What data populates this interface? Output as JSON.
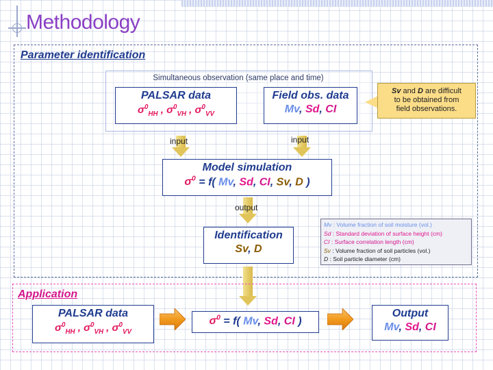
{
  "title": "Methodology",
  "parameter_identification": {
    "heading": "Parameter identification",
    "simultaneous_label": "Simultaneous observation (same place and time)",
    "palsar_box": {
      "heading": "PALSAR data",
      "sigma": "σ",
      "sup": "0",
      "hh": "HH",
      "vh": "VH",
      "vv": "VV",
      "sep": " , "
    },
    "field_box": {
      "heading": "Field obs. data",
      "mv": "Mv",
      "sd": "Sd",
      "ci": "CI",
      "sep": ", "
    },
    "callout": {
      "sv": "Sv",
      "and": " and ",
      "d": "D",
      "rest_line1": " are difficult",
      "line2": "to be obtained from",
      "line3": "field observations."
    },
    "input_label_left": "input",
    "input_label_right": "input",
    "model_box": {
      "heading": "Model simulation",
      "sigma": "σ",
      "sup": "0",
      "eq": "  = f( ",
      "mv": "Mv",
      "sd": "Sd",
      "ci": "CI",
      "sv": "Sv",
      "d": "D",
      "sep": ", ",
      "close": " )"
    },
    "output_label": "output",
    "identification_box": {
      "heading": "Identification",
      "sv": "Sv",
      "sep": ", ",
      "d": "D"
    },
    "legend": [
      {
        "sym": "Mv",
        "text": " : Volume fraction of soil moisture (vol.)",
        "color": "#6a8ee8"
      },
      {
        "sym": "Sd",
        "text": " : Standard deviation of surface height (cm)",
        "color": "#e2168c"
      },
      {
        "sym": "CI",
        "text": " : Surface correlation length (cm)",
        "color": "#d4168c"
      },
      {
        "sym": "Sv",
        "text": " : Volume fraction of soil particles (vol.)",
        "color": "#8a5a00"
      },
      {
        "sym": "D",
        "text": " : Soil particle diameter (cm)",
        "color": "#222222"
      }
    ]
  },
  "application": {
    "heading": "Application",
    "palsar_box": {
      "heading": "PALSAR data",
      "sigma": "σ",
      "sup": "0",
      "hh": "HH",
      "vh": "VH",
      "vv": "VV",
      "sep": " , "
    },
    "model_box": {
      "sigma": "σ",
      "sup": "0",
      "eq": "  = f( ",
      "mv": "Mv",
      "sd": "Sd",
      "ci": "CI",
      "sep": ", ",
      "close": " )"
    },
    "output_box": {
      "heading": "Output",
      "mv": "Mv",
      "sd": "Sd",
      "ci": "CI",
      "sep": ", "
    }
  },
  "colors": {
    "title": "#8a3fc4",
    "section1": "#1f3b8f",
    "section2": "#d4148a",
    "sigma": "#e2165e",
    "arrow": "#e2c55a",
    "orange_arrow": "#f29a1e"
  }
}
